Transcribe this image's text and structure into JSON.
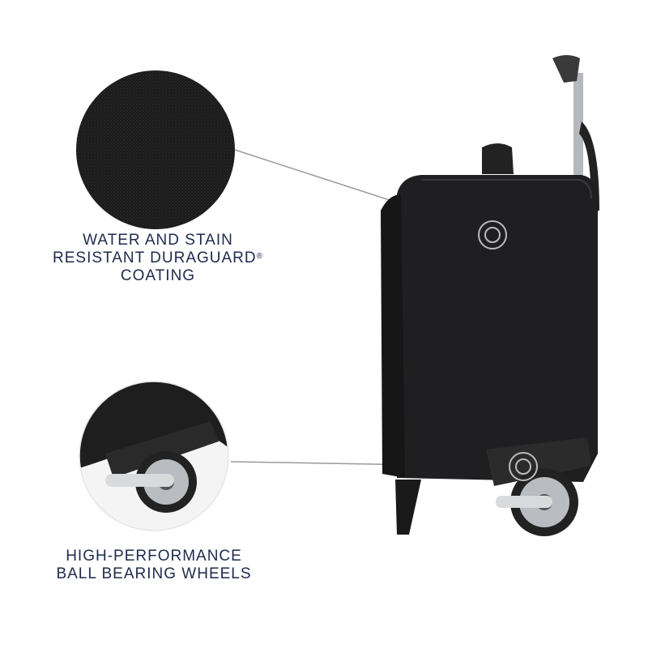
{
  "features": [
    {
      "lines": [
        "WATER AND STAIN",
        "RESISTANT DURAGUARD",
        "COATING"
      ],
      "mark": "®"
    },
    {
      "lines": [
        "HIGH-PERFORMANCE",
        "BALL BEARING WHEELS"
      ]
    }
  ],
  "colors": {
    "text": "#1f2a4c",
    "bag": "#1c1c1e"
  }
}
